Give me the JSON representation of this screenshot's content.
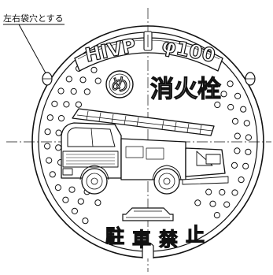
{
  "annotation": "左右袋穴とする",
  "pipe_type": "HIVP",
  "diameter": "φ100",
  "emblem_char": "め",
  "hydrant_label": "消火栓",
  "no_parking": [
    "駐",
    "車",
    "禁",
    "止"
  ],
  "colors": {
    "ink": "#111111",
    "background": "#ffffff"
  }
}
